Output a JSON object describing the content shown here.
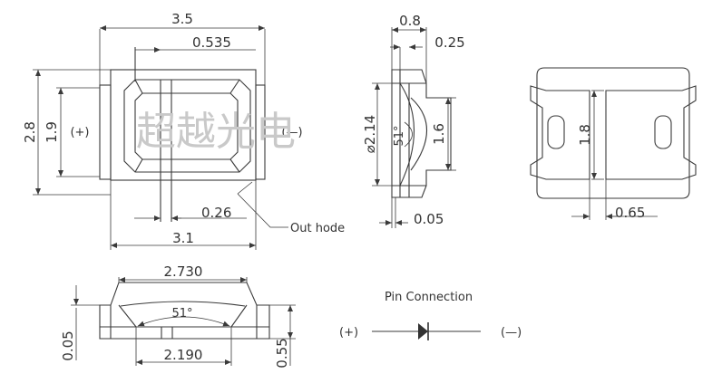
{
  "watermark": "超越光电",
  "top_view": {
    "dim_width": "3.5",
    "dim_lens_offset": "0.535",
    "dim_height": "2.8",
    "dim_pad_height": "1.9",
    "dim_gap": "0.26",
    "dim_inner_width": "3.1",
    "plus_label": "(+)",
    "minus_label": "(—)",
    "callout": "Out hode"
  },
  "side_view": {
    "dim_total": "0.8",
    "dim_step": "0.25",
    "dim_diameter": "⌀2.14",
    "dim_angle": "51°",
    "dim_height": "1.6",
    "dim_base": "0.05"
  },
  "bottom_view": {
    "dim_pad": "1.8",
    "dim_edge": "0.65"
  },
  "front_view": {
    "dim_top_width": "2.730",
    "dim_angle": "51°",
    "dim_bottom_width": "2.190",
    "dim_left": "0.05",
    "dim_right": "0.55"
  },
  "pin": {
    "title": "Pin Connection",
    "plus": "(+)",
    "minus": "(—)"
  }
}
